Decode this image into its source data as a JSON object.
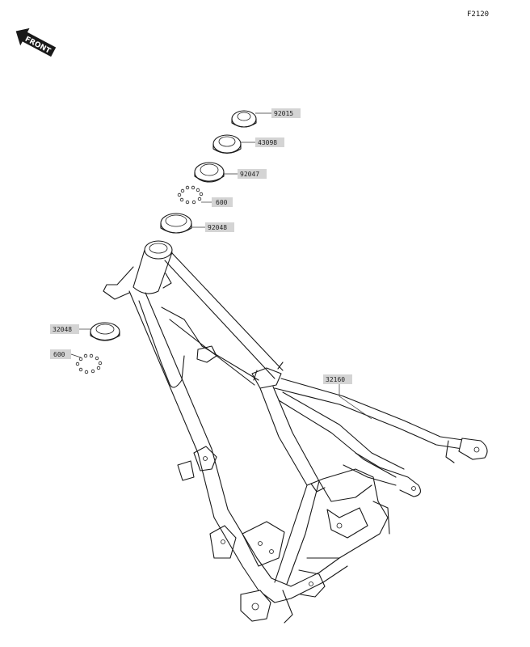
{
  "diagram_code": "F2120",
  "front_arrow_label": "FRONT",
  "parts": [
    {
      "id": "p1",
      "label": "92015"
    },
    {
      "id": "p2",
      "label": "43098"
    },
    {
      "id": "p3",
      "label": "92047"
    },
    {
      "id": "p4",
      "label": "600"
    },
    {
      "id": "p5",
      "label": "92048"
    },
    {
      "id": "p6",
      "label": "32048"
    },
    {
      "id": "p7",
      "label": "600"
    },
    {
      "id": "p8",
      "label": "32160"
    }
  ]
}
